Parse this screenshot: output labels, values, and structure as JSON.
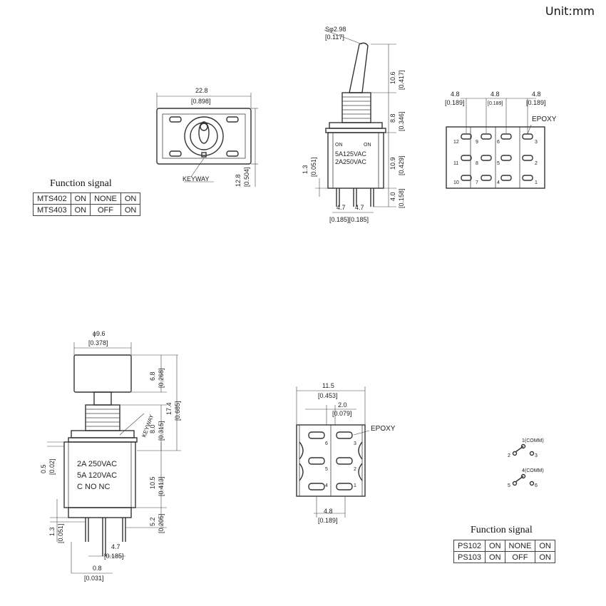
{
  "unit_label": "Unit:mm",
  "function_signal_1": {
    "title": "Function signal",
    "rows": [
      [
        "MTS402",
        "ON",
        "NONE",
        "ON"
      ],
      [
        "MTS403",
        "ON",
        "OFF",
        "ON"
      ]
    ]
  },
  "function_signal_2": {
    "title": "Function signal",
    "rows": [
      [
        "PS102",
        "ON",
        "NONE",
        "ON"
      ],
      [
        "PS103",
        "ON",
        "OFF",
        "ON"
      ]
    ]
  },
  "top_view": {
    "width": "22.8",
    "width_in": "[0.898]",
    "height": "12.8",
    "height_in": "[0.504]",
    "keyway": "KEYWAY"
  },
  "toggle_side": {
    "sphere": "Sφ2.98",
    "sphere_in": "[0.117]",
    "d1": "10.6",
    "d1_in": "[0.417]",
    "d2": "8.8",
    "d2_in": "[0.346]",
    "d3": "10.9",
    "d3_in": "[0.429]",
    "d4": "4.0",
    "d4_in": "[0.158]",
    "d5": "1.3",
    "d5_in": "[0.051]",
    "pitch_a": "4.7",
    "pitch_b": "4.7",
    "pitch_in": "[0.185][0.185]",
    "on_left": "ON",
    "on_right": "ON",
    "rating1": "5A125VAC",
    "rating2": "2A250VAC"
  },
  "toggle_bottom": {
    "pitch": [
      "4.8",
      "4.8",
      "4.8"
    ],
    "pitch_in": [
      "[0.189]",
      "[0.189]",
      "[0.189]"
    ],
    "epoxy": "EPOXY",
    "pins": [
      "12",
      "9",
      "6",
      "3",
      "11",
      "8",
      "5",
      "2",
      "10",
      "7",
      "4",
      "1"
    ]
  },
  "push_side": {
    "dia": "ɸ9.6",
    "dia_in": "[0.378]",
    "d1": "6.8",
    "d1_in": "[0.268]",
    "d2": "17.4",
    "d2_in": "[0.685]",
    "d3": "8.0",
    "d3_in": "[0.315]",
    "keyway": "KEYWAY",
    "d4": "0.5",
    "d4_in": "[0.02]",
    "d5": "10.5",
    "d5_in": "[0.413]",
    "d6": "5.2",
    "d6_in": "[0.205]",
    "d7": "1.3",
    "d7_in": "[0.051]",
    "pitch": "4.7",
    "pitch_in": "[0.185]",
    "pin": "0.8",
    "pin_in": "[0.031]",
    "label_line1": "2A  250VAC",
    "label_line2": "5A  120VAC",
    "label_line3": "C    NO   NC"
  },
  "push_bottom": {
    "width": "11.5",
    "width_in": "[0.453]",
    "inner": "2.0",
    "inner_in": "[0.079]",
    "pitch": "4.8",
    "pitch_in": "[0.189]",
    "epoxy": "EPOXY",
    "pins": [
      "6",
      "5",
      "4",
      "3",
      "2",
      "1"
    ]
  },
  "schematic": {
    "comm1": "1(COMM)",
    "p2": "2",
    "p3": "3",
    "comm2": "4(COMM)",
    "p5": "5",
    "p6": "6"
  }
}
